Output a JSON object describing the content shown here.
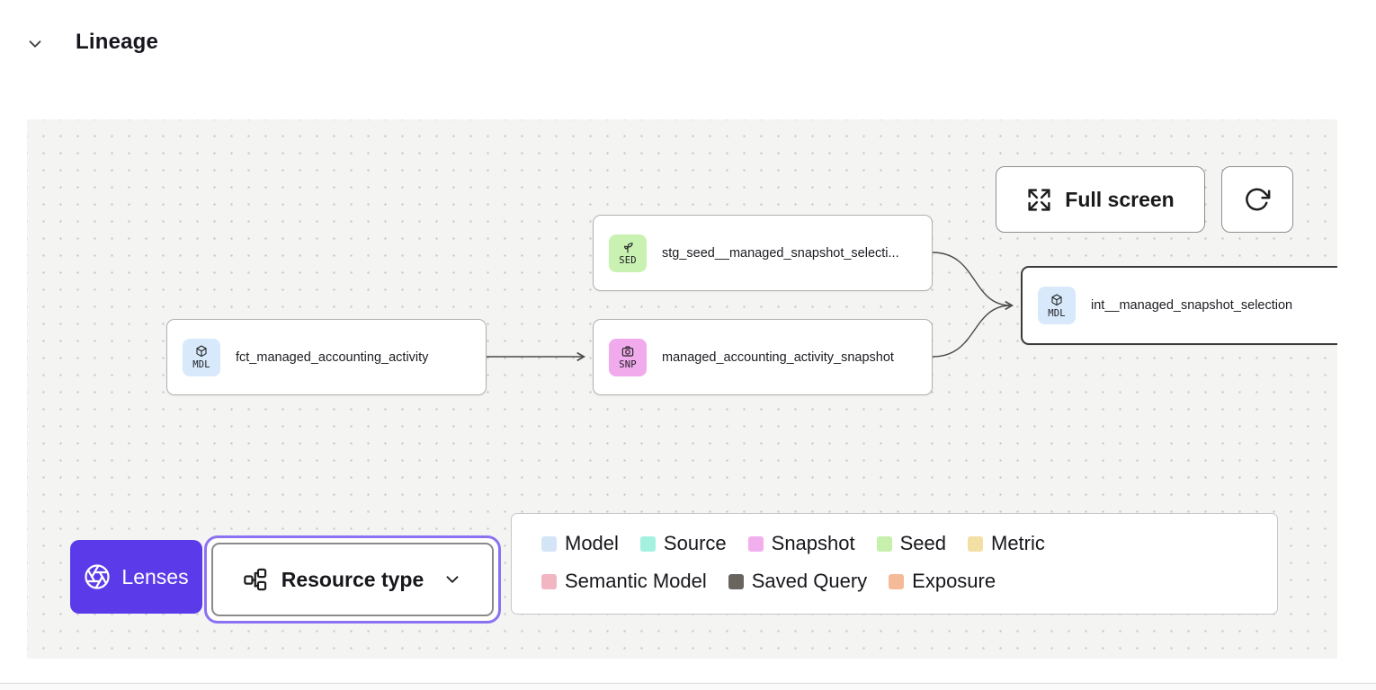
{
  "header": {
    "title": "Lineage"
  },
  "toolbar": {
    "full_screen_label": "Full screen"
  },
  "graph": {
    "nodes": [
      {
        "badge": "SED",
        "type": "seed",
        "label": "stg_seed__managed_snapshot_selecti...",
        "badge_color": "#c9f2b2"
      },
      {
        "badge": "MDL",
        "type": "model",
        "label": "fct_managed_accounting_activity",
        "badge_color": "#d7e9fb"
      },
      {
        "badge": "SNP",
        "type": "snapshot",
        "label": "managed_accounting_activity_snapshot",
        "badge_color": "#f1aaec"
      },
      {
        "badge": "MDL",
        "type": "model",
        "label": "int__managed_snapshot_selection",
        "badge_color": "#d7e9fb"
      }
    ]
  },
  "legend": {
    "items": [
      {
        "label": "Model",
        "color": "#d5e5f8"
      },
      {
        "label": "Source",
        "color": "#a5f1e1"
      },
      {
        "label": "Snapshot",
        "color": "#f1b0ed"
      },
      {
        "label": "Seed",
        "color": "#c6f0ac"
      },
      {
        "label": "Metric",
        "color": "#f3dfa3"
      },
      {
        "label": "Semantic Model",
        "color": "#f2b6c3"
      },
      {
        "label": "Saved Query",
        "color": "#6a645f"
      },
      {
        "label": "Exposure",
        "color": "#f5bb98"
      }
    ]
  },
  "controls": {
    "lenses_label": "Lenses",
    "resource_type_label": "Resource type",
    "accent_purple": "#5b3be9",
    "focus_ring_purple": "#8b72f3"
  }
}
